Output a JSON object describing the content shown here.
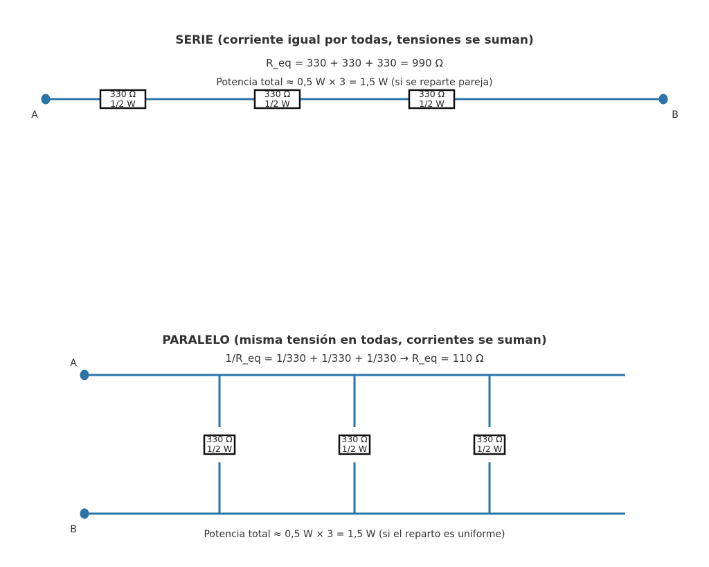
{
  "colors": {
    "wire": "#2a74a8",
    "resistor_border": "#111111",
    "text": "#333333"
  },
  "series": {
    "title": "SERIE (corriente igual por todas, tensiones se suman)",
    "formula": "R_eq = 330 + 330 + 330 = 990 Ω",
    "power_note": "Potencia total ≈ 0,5 W × 3 = 1,5 W (si se reparte pareja)",
    "node_a": "A",
    "node_b": "B",
    "resistors": [
      {
        "value": "330 Ω",
        "rating": "1/2 W"
      },
      {
        "value": "330 Ω",
        "rating": "1/2 W"
      },
      {
        "value": "330 Ω",
        "rating": "1/2 W"
      }
    ]
  },
  "parallel": {
    "title": "PARALELO (misma tensión en todas, corrientes se suman)",
    "formula": "1/R_eq = 1/330 + 1/330 + 1/330 → R_eq = 110 Ω",
    "power_note": "Potencia total ≈ 0,5 W × 3 = 1,5 W (si el reparto es uniforme)",
    "node_a": "A",
    "node_b": "B",
    "resistors": [
      {
        "value": "330 Ω",
        "rating": "1/2 W"
      },
      {
        "value": "330 Ω",
        "rating": "1/2 W"
      },
      {
        "value": "330 Ω",
        "rating": "1/2 W"
      }
    ]
  }
}
